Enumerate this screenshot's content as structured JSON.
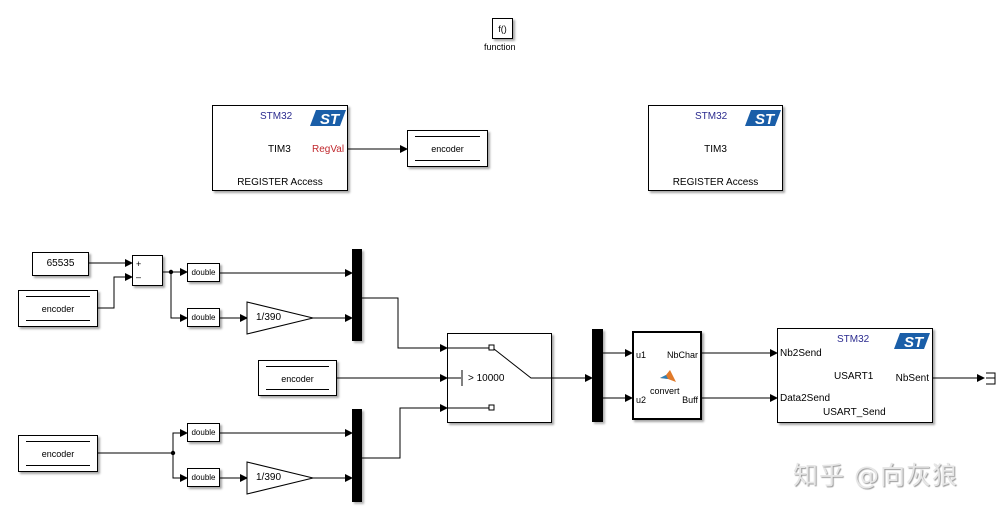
{
  "function_block": {
    "icon_text": "f()",
    "label": "function"
  },
  "register_access_1": {
    "brand": "STM32",
    "timer": "TIM3",
    "port_out": "RegVal",
    "name": "REGISTER Access"
  },
  "register_access_2": {
    "brand": "STM32",
    "timer": "TIM3",
    "name": "REGISTER Access"
  },
  "encoder_store": {
    "label": "encoder"
  },
  "constant": {
    "value": "65535"
  },
  "encoder_read_1": {
    "label": "encoder"
  },
  "encoder_read_2": {
    "label": "encoder"
  },
  "encoder_read_3": {
    "label": "encoder"
  },
  "sum": {
    "plus": "+",
    "minus": "–"
  },
  "conversions": [
    "double",
    "double",
    "double",
    "double"
  ],
  "gains": [
    "1/390",
    "1/390"
  ],
  "switch": {
    "criteria": "> 10000"
  },
  "convert_block": {
    "name": "convert",
    "in1": "u1",
    "in2": "u2",
    "out1": "NbChar",
    "out2": "Buff"
  },
  "usart_block": {
    "brand": "STM32",
    "peripheral": "USART1",
    "name": "USART_Send",
    "in1": "Nb2Send",
    "in2": "Data2Send",
    "out1": "NbSent"
  },
  "colors": {
    "stm32_text": "#2b2b8f",
    "port_red": "#c0282d",
    "st_logo": "#1a5ea8"
  },
  "watermark": "知乎 @向灰狼"
}
